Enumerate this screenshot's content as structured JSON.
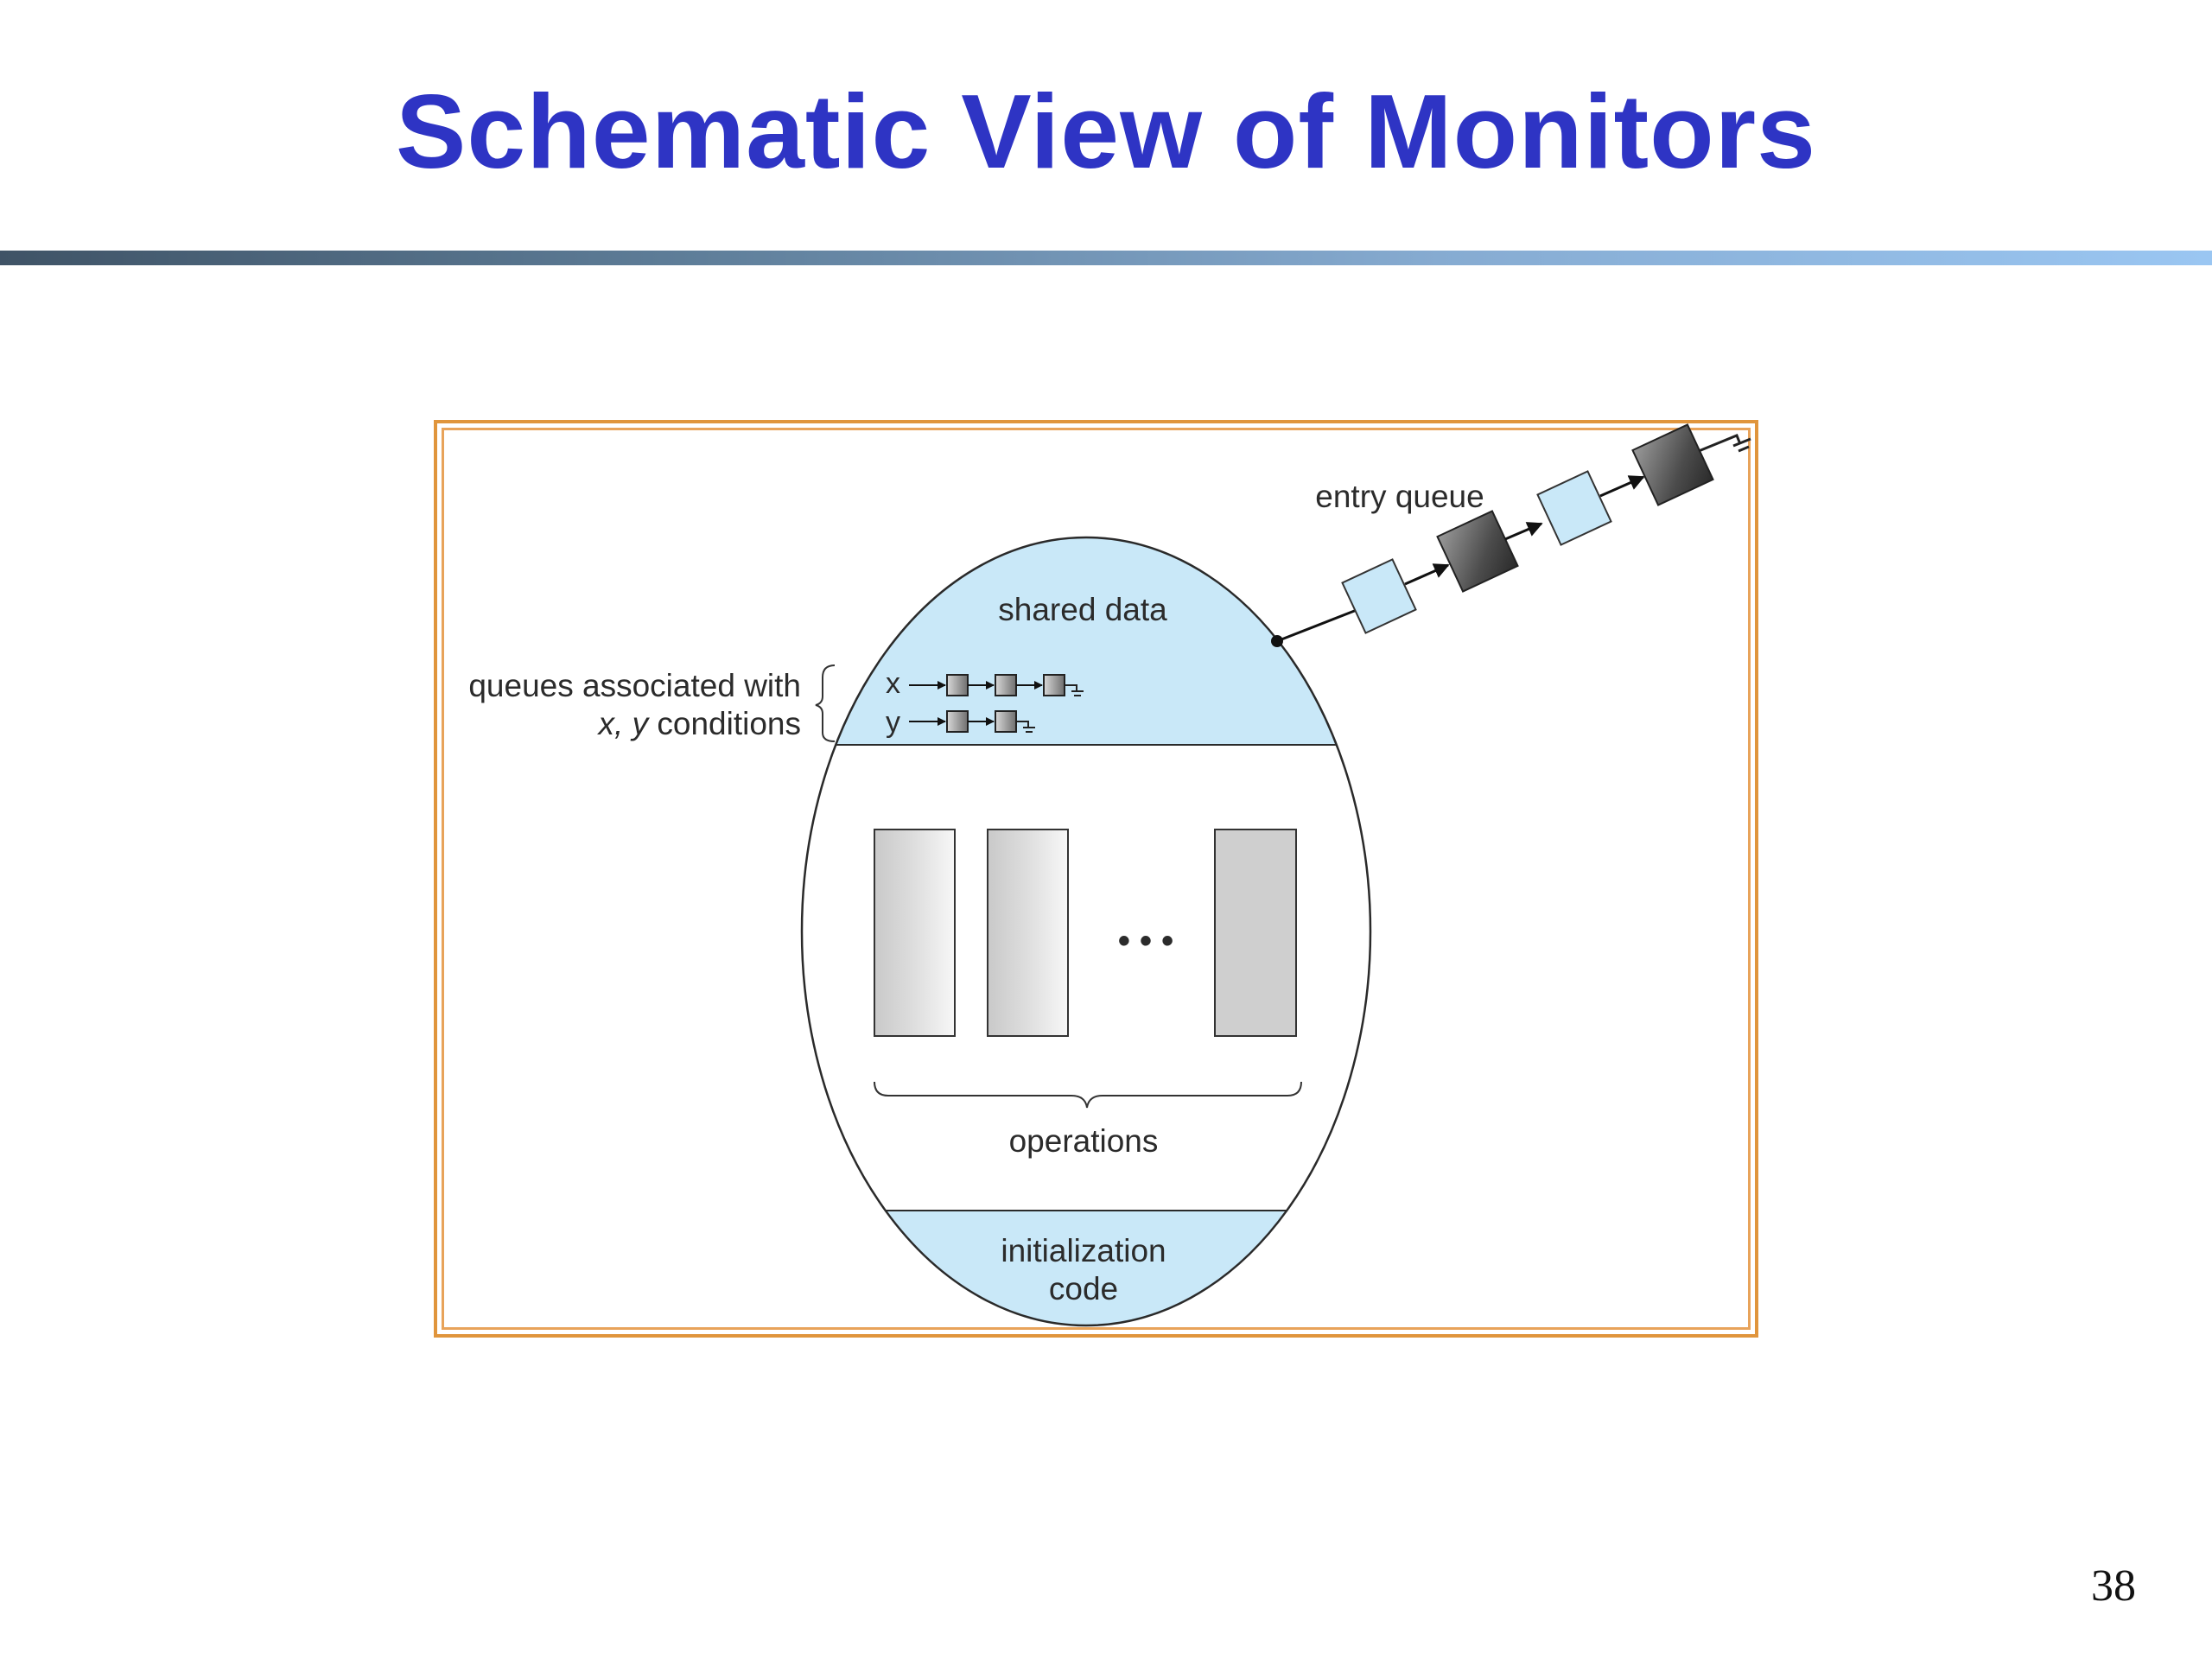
{
  "slide": {
    "title": "Schematic View of Monitors",
    "page_number": "38"
  },
  "diagram": {
    "entry_queue_label": "entry queue",
    "shared_data_label": "shared data",
    "queues_label_line1": "queues associated with",
    "queues_label_line2_italic": "x, y",
    "queues_label_line2_rest": " conditions",
    "x_label": "x",
    "y_label": "y",
    "operations_label": "operations",
    "ellipsis": "• • •",
    "init_label_line1": "initialization",
    "init_label_line2": "code"
  },
  "colors": {
    "title": "#2e34c4",
    "frame": "#e0953c",
    "light_blue_fill": "#c9e8f8",
    "dark_queue_box": "#5a5a5a"
  }
}
